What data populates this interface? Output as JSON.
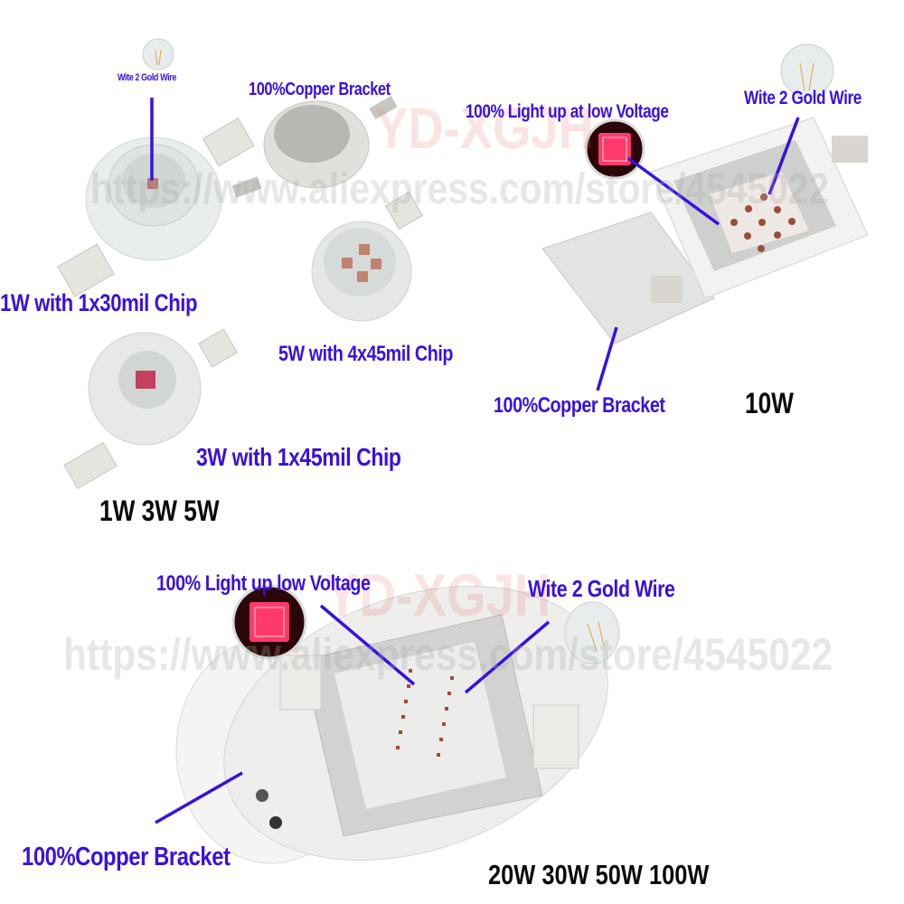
{
  "watermarks": {
    "top_brand": "YD-XGJH",
    "top_url": "https://www.aliexpress.com/store/4545022",
    "bottom_brand": "YD-XGJH",
    "bottom_url": "https://www.aliexpress.com/store/4545022"
  },
  "panel_small": {
    "labels": {
      "gold_wire": "Wite 2 Gold Wire",
      "copper_bracket": "100%Copper Bracket",
      "chip_1w": "1W with 1x30mil Chip",
      "chip_5w": "5W with 4x45mil Chip",
      "chip_3w": "3W with 1x45mil Chip"
    },
    "caption": "1W 3W 5W"
  },
  "panel_10w": {
    "labels": {
      "light_up": "100% Light up at low Voltage",
      "gold_wire": "Wite 2 Gold Wire",
      "copper_bracket": "100%Copper Bracket"
    },
    "caption": "10W"
  },
  "panel_large": {
    "labels": {
      "light_up": "100% Light up low Voltage",
      "gold_wire": "Wite 2 Gold Wire",
      "copper_bracket": "100%Copper Bracket"
    },
    "caption": "20W 30W 50W 100W"
  },
  "colors": {
    "label": "#3a10e0",
    "caption": "#0a0a0a",
    "pointer_line": "#3a10e0",
    "chip_glow": "#ff3a6a"
  }
}
